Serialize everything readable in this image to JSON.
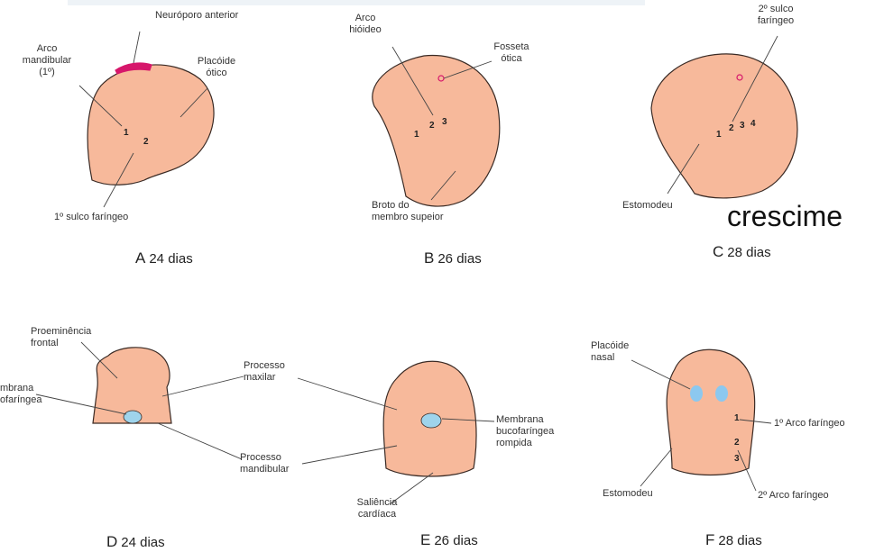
{
  "colors": {
    "skin": "#f7b99b",
    "outline": "#3a2a24",
    "membrane": "#9fd4ec",
    "magenta": "#d6176b",
    "nasal": "#8cc8ef"
  },
  "panels": {
    "A": {
      "letter": "A",
      "days": "24 dias",
      "labels": {
        "neuroporo": "Neuróporo anterior",
        "arco_l1": "Arco",
        "arco_l2": "mandibular",
        "arco_l3": "(1º)",
        "placoide_l1": "Placóide",
        "placoide_l2": "ótico",
        "sulco": "1º sulco faríngeo"
      },
      "nums": [
        "1",
        "2"
      ]
    },
    "B": {
      "letter": "B",
      "days": "26 dias",
      "labels": {
        "arco_l1": "Arco",
        "arco_l2": "hióideo",
        "fosseta_l1": "Fosseta",
        "fosseta_l2": "ótica",
        "broto_l1": "Broto do",
        "broto_l2": "membro supeior"
      },
      "nums": [
        "1",
        "2",
        "3"
      ]
    },
    "C": {
      "letter": "C",
      "days": "28 dias",
      "labels": {
        "sulco_l1": "2º sulco",
        "sulco_l2": "faríngeo",
        "estomodeu": "Estomodeu"
      },
      "nums": [
        "1",
        "2",
        "3",
        "4"
      ]
    },
    "D": {
      "letter": "D",
      "days": "24 dias",
      "labels": {
        "proem_l1": "Proeminência",
        "proem_l2": "frontal",
        "membrana_l1": "mbrana",
        "membrana_l2": "ofaríngea"
      }
    },
    "E": {
      "letter": "E",
      "days": "26 dias",
      "labels": {
        "maxilar_l1": "Processo",
        "maxilar_l2": "maxilar",
        "mandib_l1": "Processo",
        "mandib_l2": "mandibular",
        "membrana_l1": "Membrana",
        "membrana_l2": "bucofaríngea",
        "membrana_l3": "rompida",
        "saliencia_l1": "Saliência",
        "saliencia_l2": "cardíaca"
      }
    },
    "F": {
      "letter": "F",
      "days": "28 dias",
      "labels": {
        "placoide_l1": "Placóide",
        "placoide_l2": "nasal",
        "arco1": "1º Arco faríngeo",
        "arco2": "2º Arco faríngeo",
        "estomodeu": "Estomodeu"
      },
      "nums": [
        "1",
        "2",
        "3"
      ]
    }
  },
  "overlay_text": "crescime"
}
